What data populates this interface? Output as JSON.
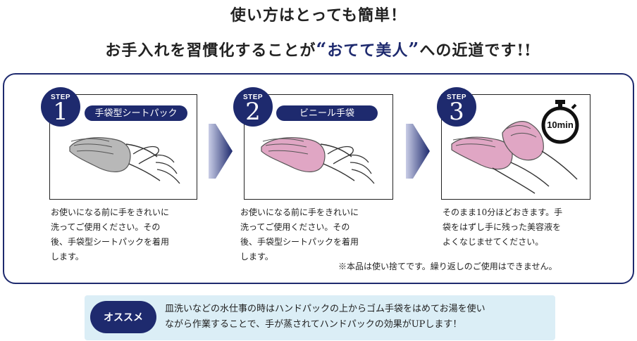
{
  "header": {
    "line1": "使い方はとっても簡単！",
    "line2_pre": "お手入れを習慣化することが",
    "quote_open": "“",
    "brand": "おてて美人",
    "quote_close": "”",
    "line2_post": "への近道です!!"
  },
  "steps": [
    {
      "step_word": "STEP",
      "number": "1",
      "label": "手袋型シートパック",
      "lines": [
        "お使いになる前に手をきれいに",
        "洗ってご使用ください。その",
        "後、手袋型シートパックを着用",
        "します。"
      ]
    },
    {
      "step_word": "STEP",
      "number": "2",
      "label": "ビニール手袋",
      "lines": [
        "お使いになる前に手をきれいに",
        "洗ってご使用ください。その",
        "後、手袋型シートパックを着用",
        "します。"
      ]
    },
    {
      "step_word": "STEP",
      "number": "3",
      "timer": "10min",
      "lines": [
        "そのまま10分ほどおきます。手",
        "袋をはずし手に残った美容液を",
        "よくなじませてください。"
      ]
    }
  ],
  "note": "※本品は使い捨てです。繰り返しのご使用はできません。",
  "recommend": {
    "badge": "オススメ",
    "lines": [
      "皿洗いなどの水仕事の時はハンドパックの上からゴム手袋をはめてお湯を使い",
      "ながら作業することで、手が蒸されてハンドパックの効果がUPします！"
    ]
  },
  "colors": {
    "navy": "#1e2a6e",
    "glove_gray": "#b8b8b8",
    "glove_pink": "#e0a6c4",
    "recommend_bg": "#dbeef6"
  }
}
